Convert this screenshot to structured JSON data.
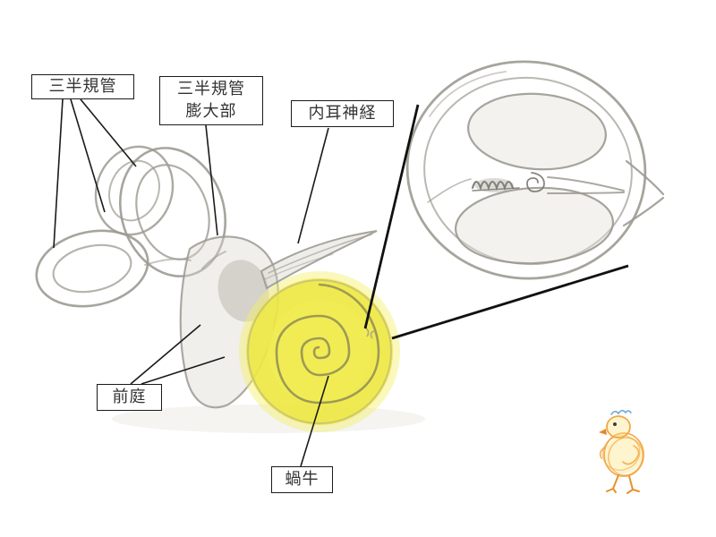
{
  "labels": {
    "semicircular_canals": "三半規管",
    "ampulla": {
      "line1": "三半規管",
      "line2": "膨大部"
    },
    "inner_ear_nerve": "内耳神経",
    "vestibule": "前庭",
    "cochlea": "蝸牛"
  },
  "colors": {
    "background": "#FFFFFF",
    "label_border": "#1A1A1A",
    "label_text": "#333333",
    "leader_line": "#1A1A1A",
    "pencil_stroke": "#9D9A92",
    "cochlea_highlight": "#EDE73F",
    "chick_orange": "#F2A43E",
    "chick_blue": "#6FA8DC"
  },
  "icons": {
    "chick_doodle": "chick-doodle"
  }
}
